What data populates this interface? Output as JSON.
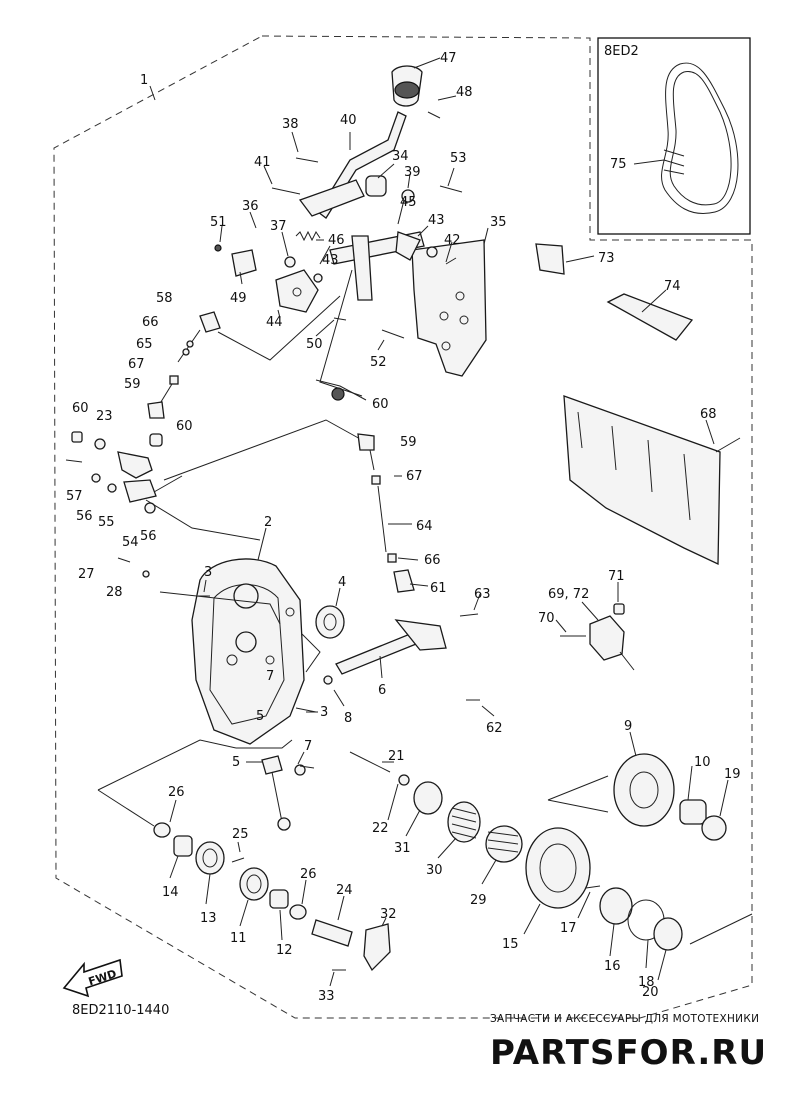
{
  "panel_title": "8ED2",
  "drawing_code": "8ED2110-1440",
  "fwd_label": "FWD",
  "watermark": {
    "subtitle": "ЗАПЧАСТИ И АКСЕССУАРЫ ДЛЯ МОТОТЕХНИКИ",
    "brand": "PARTSFOR.RU"
  },
  "callouts": {
    "c1": "1",
    "c2": "2",
    "c3a": "3",
    "c3b": "3",
    "c4": "4",
    "c5a": "5",
    "c5b": "5",
    "c6": "6",
    "c7a": "7",
    "c7b": "7",
    "c8": "8",
    "c9": "9",
    "c10": "10",
    "c11": "11",
    "c12": "12",
    "c13": "13",
    "c14": "14",
    "c15": "15",
    "c16": "16",
    "c17": "17",
    "c18": "18",
    "c19": "19",
    "c20": "20",
    "c21": "21",
    "c22": "22",
    "c23": "23",
    "c24": "24",
    "c25": "25",
    "c26a": "26",
    "c26b": "26",
    "c27": "27",
    "c28": "28",
    "c29": "29",
    "c30": "30",
    "c31": "31",
    "c32": "32",
    "c33": "33",
    "c34": "34",
    "c35": "35",
    "c36": "36",
    "c37": "37",
    "c38": "38",
    "c39": "39",
    "c40": "40",
    "c41": "41",
    "c42": "42",
    "c43a": "43",
    "c43b": "43",
    "c44": "44",
    "c45": "45",
    "c46": "46",
    "c47": "47",
    "c48": "48",
    "c49": "49",
    "c50": "50",
    "c51": "51",
    "c52": "52",
    "c53": "53",
    "c54": "54",
    "c55": "55",
    "c56a": "56",
    "c56b": "56",
    "c57": "57",
    "c58": "58",
    "c59a": "59",
    "c59b": "59",
    "c60a": "60",
    "c60b": "60",
    "c60c": "60",
    "c61": "61",
    "c62": "62",
    "c63": "63",
    "c64": "64",
    "c65": "65",
    "c66a": "66",
    "c66b": "66",
    "c67a": "67",
    "c67b": "67",
    "c68": "68",
    "c69": "69, 72",
    "c70": "70",
    "c71": "71",
    "c73": "73",
    "c74": "74",
    "c75": "75"
  }
}
